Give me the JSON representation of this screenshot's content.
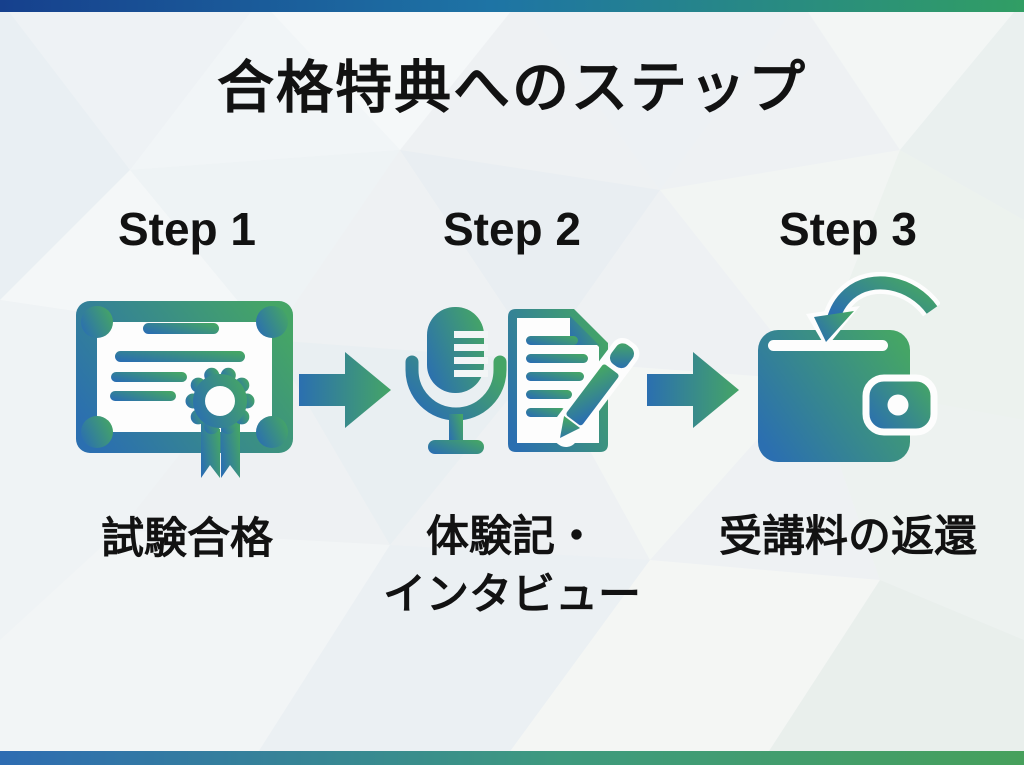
{
  "slide": {
    "title": "合格特典へのステップ",
    "background_color": "#eef1f3",
    "text_color": "#121212",
    "top_bar_colors": [
      "#16408d",
      "#1e74a5",
      "#319e64"
    ],
    "bottom_bar_colors": [
      "#2e6cb2",
      "#3e9a7e",
      "#47a05c"
    ],
    "icon_gradient": [
      "#2b6fb0",
      "#45a566"
    ]
  },
  "steps": [
    {
      "header": "Step 1",
      "icon": "certificate-icon",
      "label_line1": "試験合格",
      "label_line2": ""
    },
    {
      "header": "Step 2",
      "icon": "microphone-and-document-icon",
      "label_line1": "体験記・",
      "label_line2": "インタビュー"
    },
    {
      "header": "Step 3",
      "icon": "wallet-refund-icon",
      "label_line1": "受講料の返還",
      "label_line2": ""
    }
  ]
}
